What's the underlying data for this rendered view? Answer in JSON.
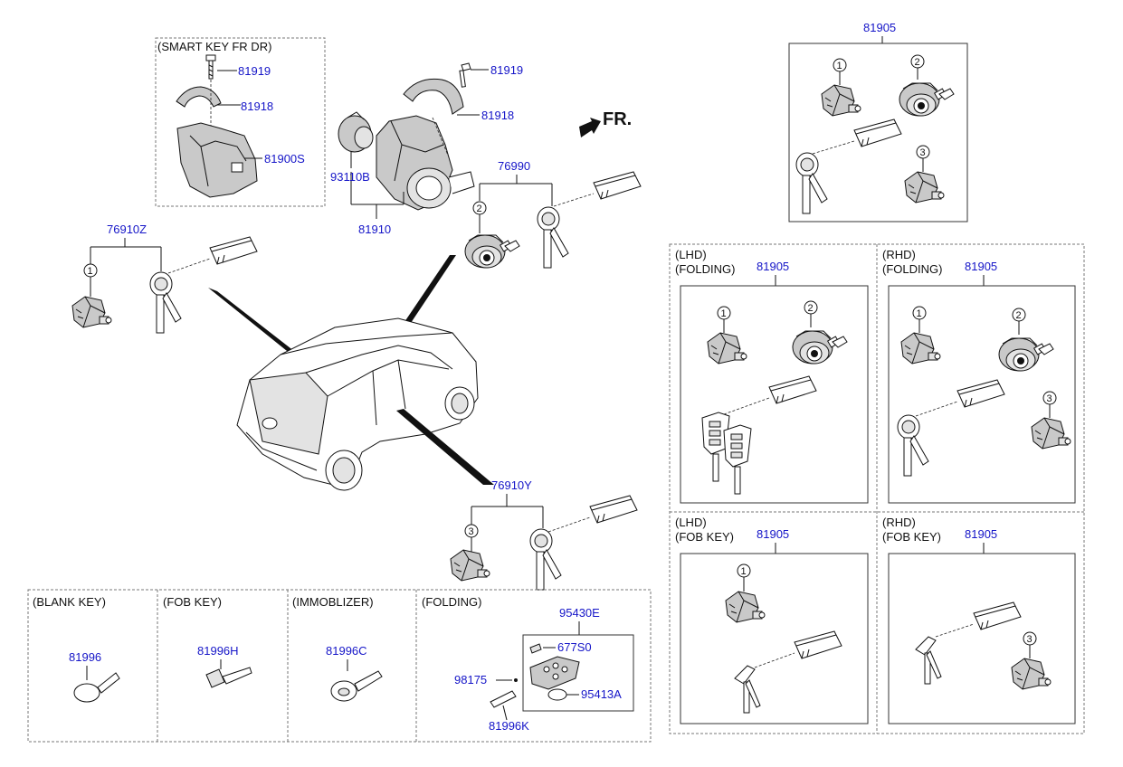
{
  "headers": {
    "smart_key": "(SMART KEY FR DR)",
    "lhd_folding_1": "(LHD)",
    "lhd_folding_2": "(FOLDING)",
    "rhd_folding_1": "(RHD)",
    "rhd_folding_2": "(FOLDING)",
    "lhd_fob_1": "(LHD)",
    "lhd_fob_2": "(FOB KEY)",
    "rhd_fob_1": "(RHD)",
    "rhd_fob_2": "(FOB KEY)",
    "blank_key": "(BLANK KEY)",
    "fob_key": "(FOB KEY)",
    "immoblizer": "(IMMOBLIZER)",
    "folding": "(FOLDING)"
  },
  "direction_label": "FR.",
  "parts": {
    "p81919_a": "81919",
    "p81918_a": "81918",
    "p81900S": "81900S",
    "p81919_b": "81919",
    "p81918_b": "81918",
    "p93110B": "93110B",
    "p81910": "81910",
    "p76990": "76990",
    "p76910Z": "76910Z",
    "p76910Y": "76910Y",
    "p81905_top": "81905",
    "p81905_lhd_fold": "81905",
    "p81905_rhd_fold": "81905",
    "p81905_lhd_fob": "81905",
    "p81905_rhd_fob": "81905",
    "p81996": "81996",
    "p81996H": "81996H",
    "p81996C": "81996C",
    "p95430E": "95430E",
    "p677S0": "677S0",
    "p98175": "98175",
    "p95413A": "95413A",
    "p81996K": "81996K"
  },
  "callouts": {
    "c1": "1",
    "c2": "2",
    "c3": "3"
  },
  "colors": {
    "part_number": "#1515c8",
    "text": "#111111",
    "frame": "#777777"
  },
  "icons": [
    "key-icon",
    "smart-key-fob-icon",
    "lock-cylinder-icon",
    "ignition-switch-icon",
    "car-icon",
    "arrow-icon"
  ]
}
